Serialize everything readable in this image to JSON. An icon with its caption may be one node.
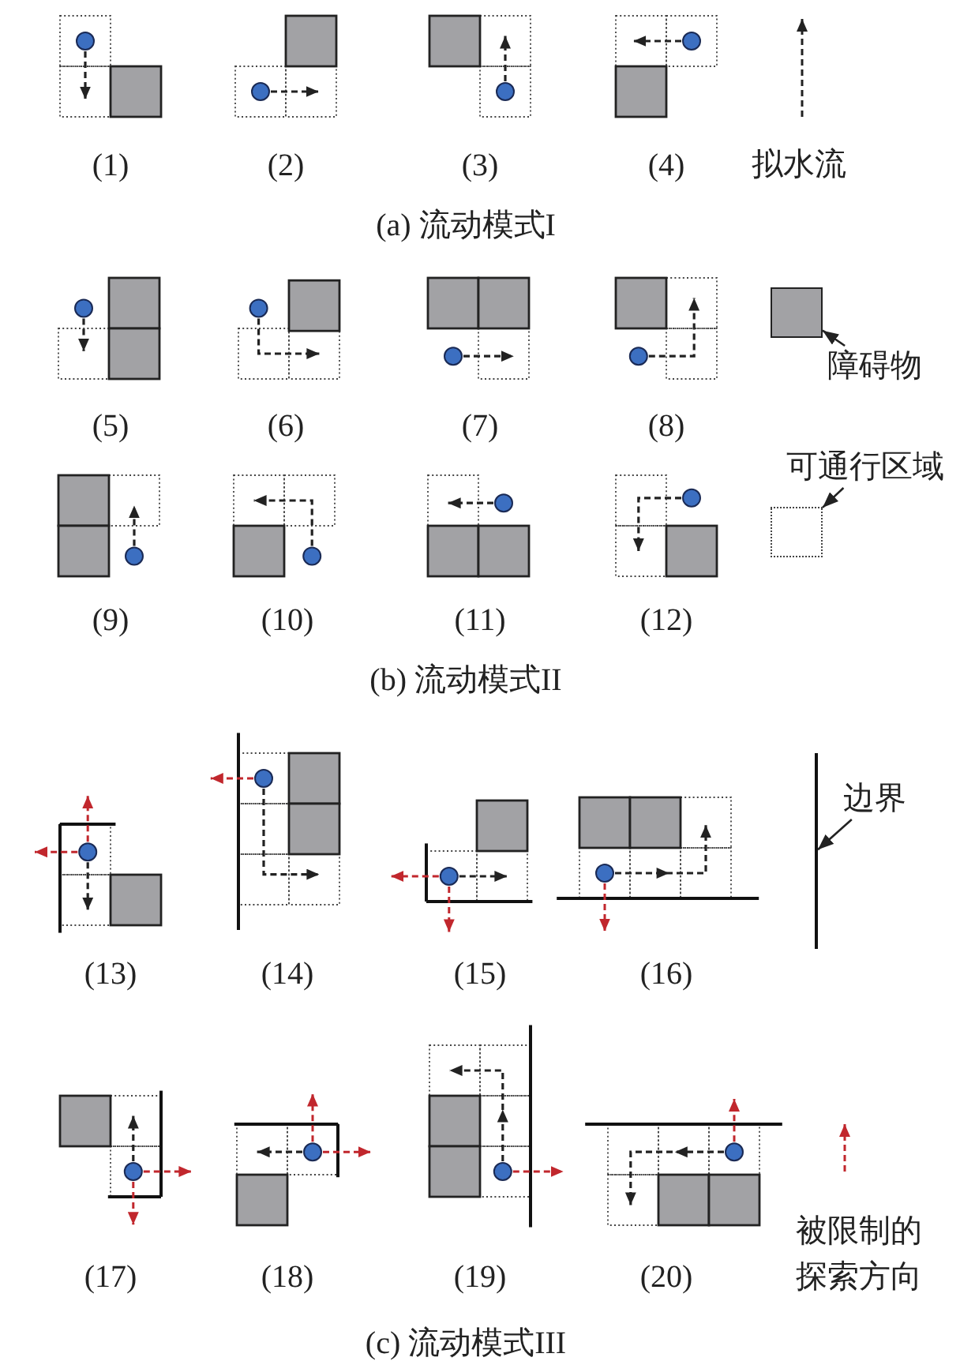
{
  "diagram": {
    "nodes": [
      {
        "text": [
          "障碍物"
        ]
      },
      {
        "text": [],
        "shape": "box"
      },
      {
        "text": [
          "可通行区域"
        ]
      },
      {
        "text": [],
        "shape": "box"
      },
      {
        "text": [
          "边界"
        ]
      },
      {
        "text": [],
        "shape": "line"
      }
    ],
    "edges": [
      {
        "from": 0,
        "to": 1,
        "arrow": "to"
      },
      {
        "from": 2,
        "to": 3,
        "arrow": "to"
      },
      {
        "from": 4,
        "to": 5,
        "arrow": "to"
      }
    ],
    "labels": [
      "(1)",
      "(2)",
      "(3)",
      "(4)",
      "(a) 流动模式I",
      "(5)",
      "(6)",
      "(7)",
      "(8)",
      "(9)",
      "(10)",
      "(11)",
      "(12)",
      "(b) 流动模式II",
      "(13)",
      "(14)",
      "(15)",
      "(16)",
      "(17)",
      "(18)",
      "(19)",
      "(20)",
      "(c) 流动模式III"
    ],
    "legend": [
      {
        "text": "拟水流"
      },
      {
        "text": "被限制的探索方向"
      }
    ]
  }
}
